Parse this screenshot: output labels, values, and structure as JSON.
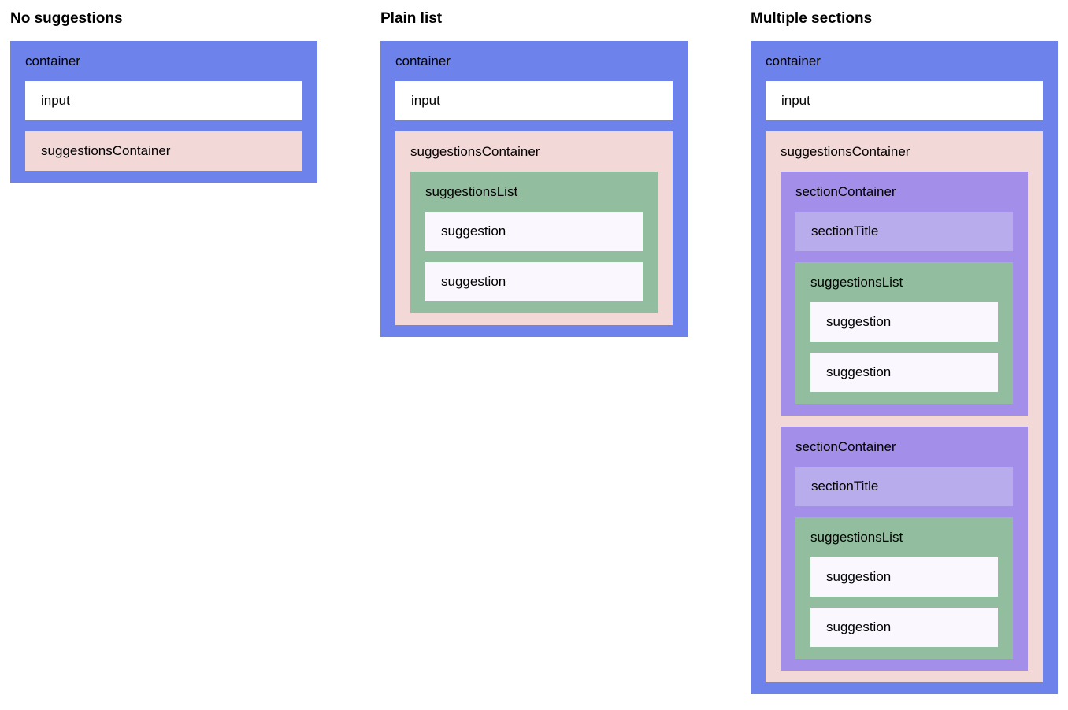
{
  "examples": [
    {
      "heading": "No suggestions"
    },
    {
      "heading": "Plain list"
    },
    {
      "heading": "Multiple sections"
    }
  ],
  "labels": {
    "container": "container",
    "input": "input",
    "suggestions_container": "suggestionsContainer",
    "suggestions_list": "suggestionsList",
    "suggestion": "suggestion",
    "section_container": "sectionContainer",
    "section_title": "sectionTitle"
  },
  "colors": {
    "container": "#6d82ea",
    "input": "#ffffff",
    "suggestions-container": "#f3d8d8",
    "suggestions-list": "#92be9f",
    "suggestion": "#faf8fe",
    "section-container": "#a38fea",
    "section-title": "#b8acec",
    "text": "#000000",
    "page-bg": "#ffffff"
  }
}
